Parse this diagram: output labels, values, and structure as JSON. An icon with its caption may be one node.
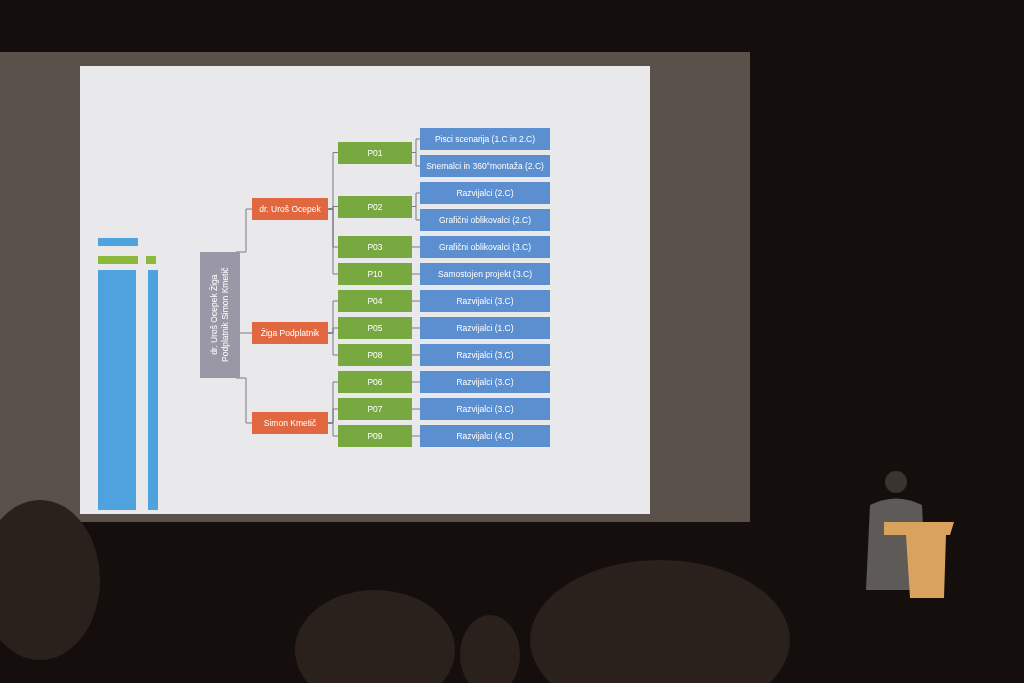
{
  "diagram": {
    "nodes": [
      {
        "text": [
          "dr. Uroš Ocepek Žiga Podplatnik Simon Kmetič"
        ]
      },
      {
        "text": [
          "dr. Uroš Ocepek"
        ]
      },
      {
        "text": [
          "P01"
        ]
      },
      {
        "text": [
          "Pisci scenarija (1.C in 2.C)"
        ]
      },
      {
        "text": [
          "Snemalci in 360°montaža (2.C)"
        ]
      },
      {
        "text": [
          "P02"
        ]
      },
      {
        "text": [
          "Razvijalci (2.C)"
        ]
      },
      {
        "text": [
          "Grafični oblikovalci (2.C)"
        ]
      },
      {
        "text": [
          "P03"
        ]
      },
      {
        "text": [
          "Grafični oblikovalci (3.C)"
        ]
      },
      {
        "text": [
          "P10"
        ]
      },
      {
        "text": [
          "Samostojen projekt (3.C)"
        ]
      },
      {
        "text": [
          "Žiga Podplatnik"
        ]
      },
      {
        "text": [
          "P04"
        ]
      },
      {
        "text": [
          "Razvijalci (3.C)"
        ]
      },
      {
        "text": [
          "P05"
        ]
      },
      {
        "text": [
          "Razvijalci (1.C)"
        ]
      },
      {
        "text": [
          "P08"
        ]
      },
      {
        "text": [
          "Razvijalci (3.C)"
        ]
      },
      {
        "text": [
          "Simon Kmetič"
        ]
      },
      {
        "text": [
          "P06"
        ]
      },
      {
        "text": [
          "Razvijalci (3.C)"
        ]
      },
      {
        "text": [
          "P07"
        ]
      },
      {
        "text": [
          "Razvijalci (3.C)"
        ]
      },
      {
        "text": [
          "P09"
        ]
      },
      {
        "text": [
          "Razvijalci (4.C)"
        ]
      }
    ],
    "edges": [
      {
        "from": 0,
        "to": 1,
        "arrow": "none"
      },
      {
        "from": 0,
        "to": 12,
        "arrow": "none"
      },
      {
        "from": 0,
        "to": 19,
        "arrow": "none"
      },
      {
        "from": 1,
        "to": 2,
        "arrow": "none"
      },
      {
        "from": 1,
        "to": 5,
        "arrow": "none"
      },
      {
        "from": 1,
        "to": 8,
        "arrow": "none"
      },
      {
        "from": 1,
        "to": 10,
        "arrow": "none"
      },
      {
        "from": 2,
        "to": 3,
        "arrow": "none"
      },
      {
        "from": 2,
        "to": 4,
        "arrow": "none"
      },
      {
        "from": 5,
        "to": 6,
        "arrow": "none"
      },
      {
        "from": 5,
        "to": 7,
        "arrow": "none"
      },
      {
        "from": 8,
        "to": 9,
        "arrow": "none"
      },
      {
        "from": 10,
        "to": 11,
        "arrow": "none"
      },
      {
        "from": 12,
        "to": 13,
        "arrow": "none"
      },
      {
        "from": 12,
        "to": 15,
        "arrow": "none"
      },
      {
        "from": 12,
        "to": 17,
        "arrow": "none"
      },
      {
        "from": 13,
        "to": 14,
        "arrow": "none"
      },
      {
        "from": 15,
        "to": 16,
        "arrow": "none"
      },
      {
        "from": 17,
        "to": 18,
        "arrow": "none"
      },
      {
        "from": 19,
        "to": 20,
        "arrow": "none"
      },
      {
        "from": 19,
        "to": 22,
        "arrow": "none"
      },
      {
        "from": 19,
        "to": 24,
        "arrow": "none"
      },
      {
        "from": 20,
        "to": 21,
        "arrow": "none"
      },
      {
        "from": 22,
        "to": 23,
        "arrow": "none"
      },
      {
        "from": 24,
        "to": 25,
        "arrow": "none"
      }
    ]
  }
}
